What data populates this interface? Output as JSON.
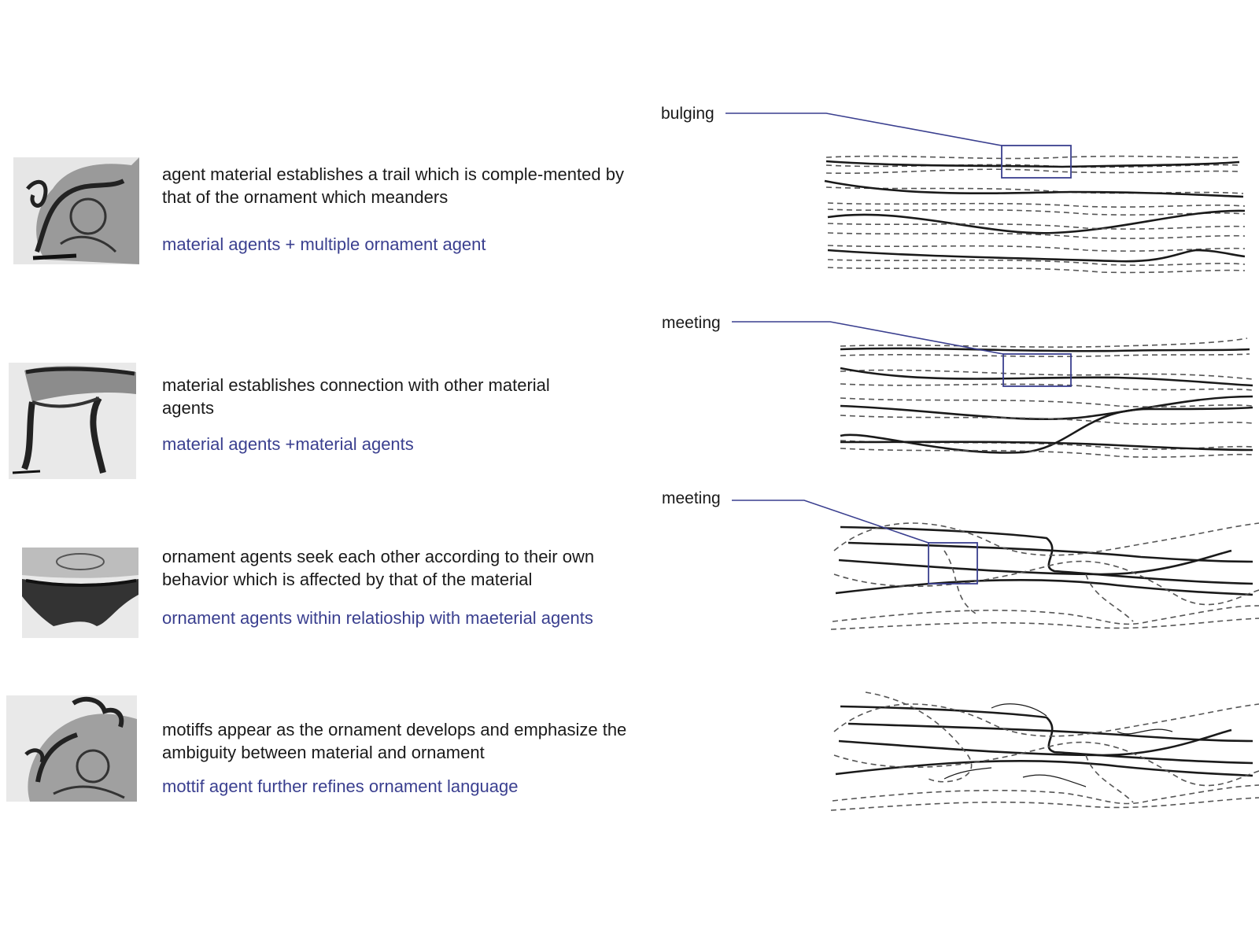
{
  "rows": [
    {
      "description": "agent material  establishes a trail which is comple-mented by that of the ornament which meanders",
      "tag": "material agents + multiple ornament agent",
      "thumbnail_icon": "rococo-ornament-engraving-icon"
    },
    {
      "description": "material establishes connection with other material agents",
      "tag": "material agents +material agents",
      "thumbnail_icon": "rococo-table-leg-engraving-icon"
    },
    {
      "description": "ornament agents seek each other according to their own behavior which is affected by that of the material",
      "tag": "ornament agents within relatioship with maeterial agents",
      "thumbnail_icon": "rococo-table-edge-engraving-icon"
    },
    {
      "description": "motiffs appear as the ornament develops and  emphasize the ambiguity between material and ornament",
      "tag": "mottif agent further refines ornament language",
      "thumbnail_icon": "rococo-motif-engraving-icon"
    }
  ],
  "callouts": {
    "bulging": "bulging",
    "meeting_1": "meeting",
    "meeting_2": "meeting"
  },
  "colors": {
    "accent": "#3a3f8f",
    "text": "#1a1a1a",
    "line": "#1a1a1a",
    "dashed_line": "#555555"
  }
}
